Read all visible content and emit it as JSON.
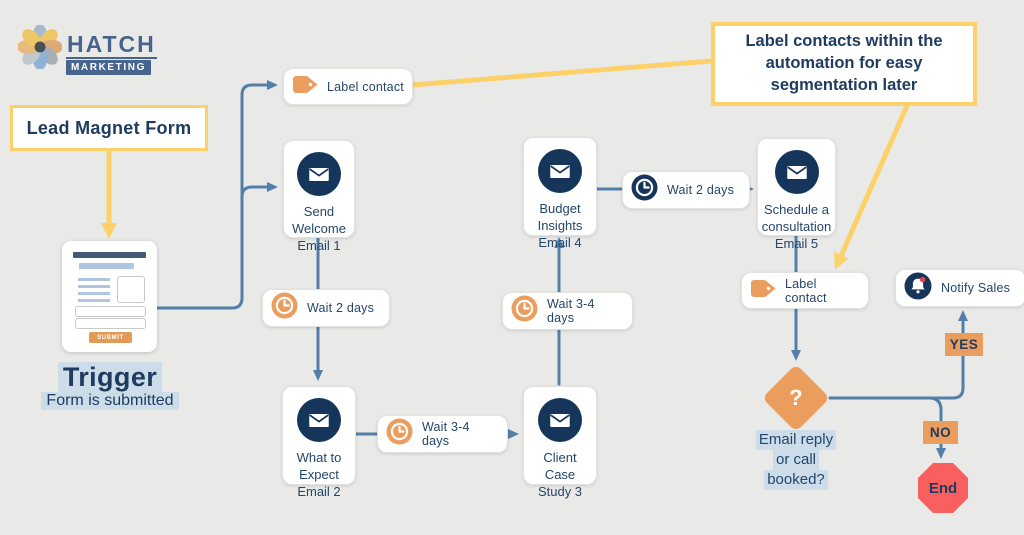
{
  "colors": {
    "background": "#e9e9e8",
    "navy": "#1f3c60",
    "icon_navy": "#16355a",
    "steel_blue": "#537ea8",
    "accent_orange": "#eb9d5d",
    "accent_yellow": "#fcd169",
    "alert_red": "#f85f5f",
    "highlight_blue": "#ccdce9"
  },
  "logo": {
    "title": "HATCH",
    "subtitle": "MARKETING"
  },
  "callout": {
    "text": "Label contacts within the automation for easy segmentation later"
  },
  "lead_magnet": {
    "label": "Lead Magnet Form"
  },
  "trigger": {
    "title": "Trigger",
    "subtitle": "Form is submitted",
    "submit_label": "SUBMIT"
  },
  "icons": {
    "email": "envelope-icon",
    "wait": "clock-icon",
    "label": "tag-icon",
    "notify": "bell-icon"
  },
  "nodes": {
    "label_contact_top": {
      "label": "Label contact"
    },
    "email1": {
      "lines": [
        "Send",
        "Welcome",
        "Email 1"
      ]
    },
    "wait1": {
      "label": "Wait 2 days"
    },
    "email2": {
      "lines": [
        "What to",
        "Expect",
        "Email 2"
      ]
    },
    "wait2": {
      "label": "Wait 3-4 days"
    },
    "email3": {
      "lines": [
        "Client",
        "Case",
        "Study 3"
      ]
    },
    "wait3": {
      "label": "Wait 3-4 days"
    },
    "email4": {
      "lines": [
        "Budget",
        "Insights",
        "Email 4"
      ]
    },
    "wait4": {
      "label": "Wait 2 days"
    },
    "email5": {
      "lines": [
        "Schedule a",
        "consultation",
        "Email 5"
      ]
    },
    "label_contact_right": {
      "label": "Label contact"
    },
    "notify_sales": {
      "label": "Notify Sales"
    }
  },
  "decision": {
    "symbol": "?",
    "question_lines": [
      "Email reply",
      "or call",
      "booked?"
    ]
  },
  "branches": {
    "yes": "YES",
    "no": "NO",
    "end": "End"
  }
}
